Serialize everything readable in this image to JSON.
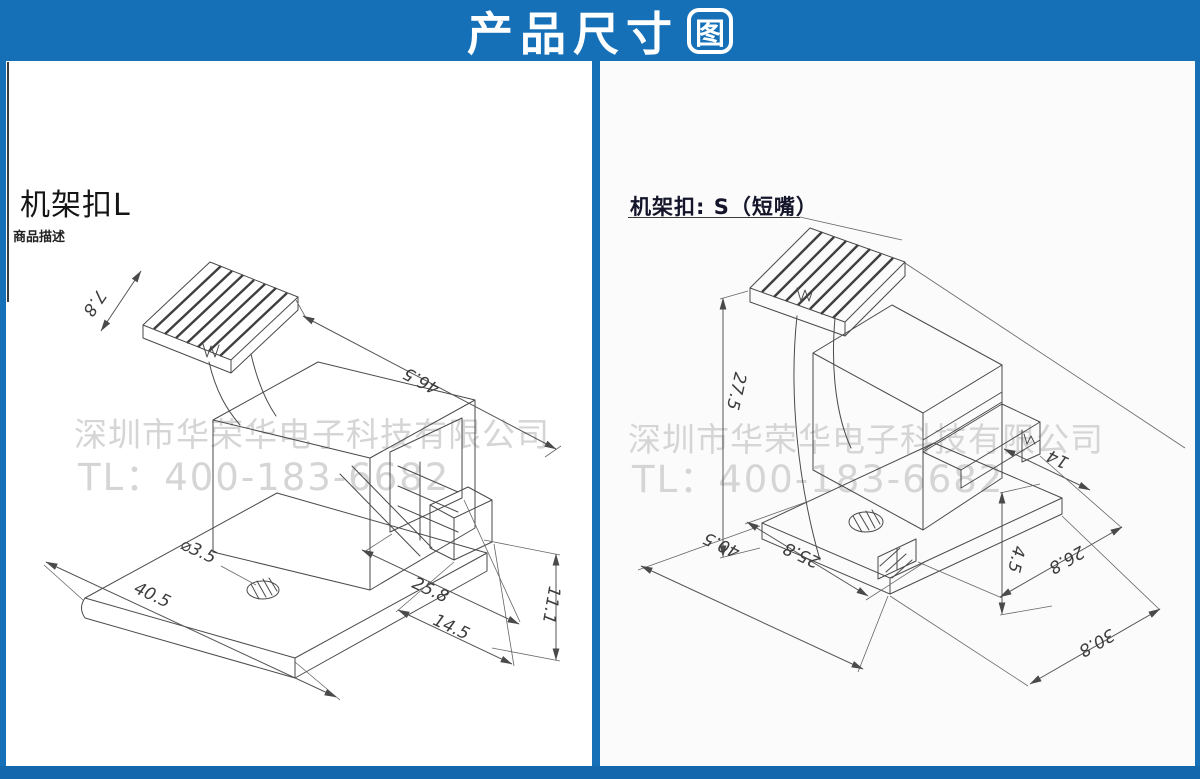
{
  "banner": {
    "title_main": "产品尺寸",
    "title_badge": "图",
    "bg_color": "#1570b8",
    "text_color": "#ffffff"
  },
  "colors": {
    "accent_blue": "#1570b8",
    "bottom_bar_blue": "#1368ad",
    "line_gray": "#4a4a4a",
    "watermark_gray": "#d5d5d5"
  },
  "left_panel": {
    "title": "机架扣L",
    "subtitle": "商品描述",
    "watermark_line1": "深圳市华荣华电子科技有限公司",
    "watermark_line2": "TL：400-183-6682",
    "dimensions": {
      "cap_thickness": "7.8",
      "overall_length": "46.5",
      "hole_diameter": "⌀3.5",
      "base_length": "40.5",
      "body_length": "25.8",
      "nose_length": "14.5",
      "nose_height": "11.1"
    }
  },
  "right_panel": {
    "title": "机架扣: S（短嘴）",
    "watermark_line1": "深圳市华荣华电子科技有限公司",
    "watermark_line2": "TL：400-183-6682",
    "dimensions": {
      "overall_height": "27.5",
      "base_length": "40.5",
      "slot_length": "25.8",
      "nose_width": "14",
      "lip_height": "4.5",
      "body_length": "26.8",
      "overall_length": "30.8"
    }
  }
}
